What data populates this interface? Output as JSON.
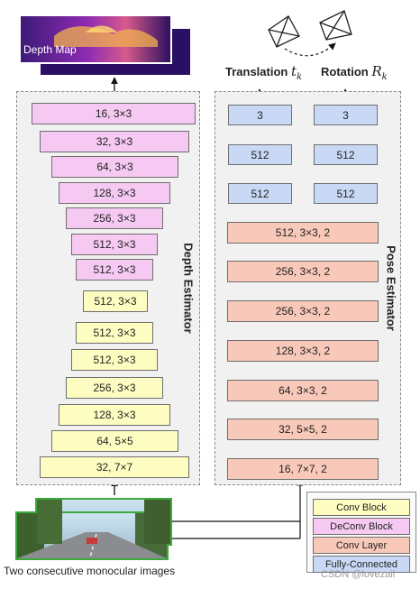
{
  "depth_map_label": "Depth Map",
  "translation": {
    "text": "Translation",
    "symbol": "t",
    "sub": "k"
  },
  "rotation": {
    "text": "Rotation",
    "symbol": "R",
    "sub": "k"
  },
  "depth_estimator_label": "Depth Estimator",
  "pose_estimator_label": "Pose Estimator",
  "depth_blocks": [
    "16, 3×3",
    "32, 3×3",
    "64, 3×3",
    "128, 3×3",
    "256, 3×3",
    "512, 3×3",
    "512, 3×3",
    "512, 3×3",
    "512, 3×3",
    "512, 3×3",
    "256, 3×3",
    "128, 3×3",
    "64, 5×5",
    "32, 7×7"
  ],
  "fc_translation": [
    "3",
    "512",
    "512"
  ],
  "fc_rotation": [
    "3",
    "512",
    "512"
  ],
  "pose_blocks": [
    "512, 3×3, 2",
    "256, 3×3, 2",
    "256, 3×3, 2",
    "128, 3×3, 2",
    "64, 3×3, 2",
    "32, 5×5, 2",
    "16, 7×7, 2"
  ],
  "legend": [
    "Conv Block",
    "DeConv Block",
    "Conv Layer",
    "Fully-Connected"
  ],
  "caption": "Two consecutive monocular images",
  "watermark": "CSDN @lovezail",
  "colors": {
    "conv": "#fdfdc1",
    "deconv": "#f5c9f2",
    "conv_layer": "#f8c8b8",
    "fully_connected": "#c9d9f5"
  }
}
